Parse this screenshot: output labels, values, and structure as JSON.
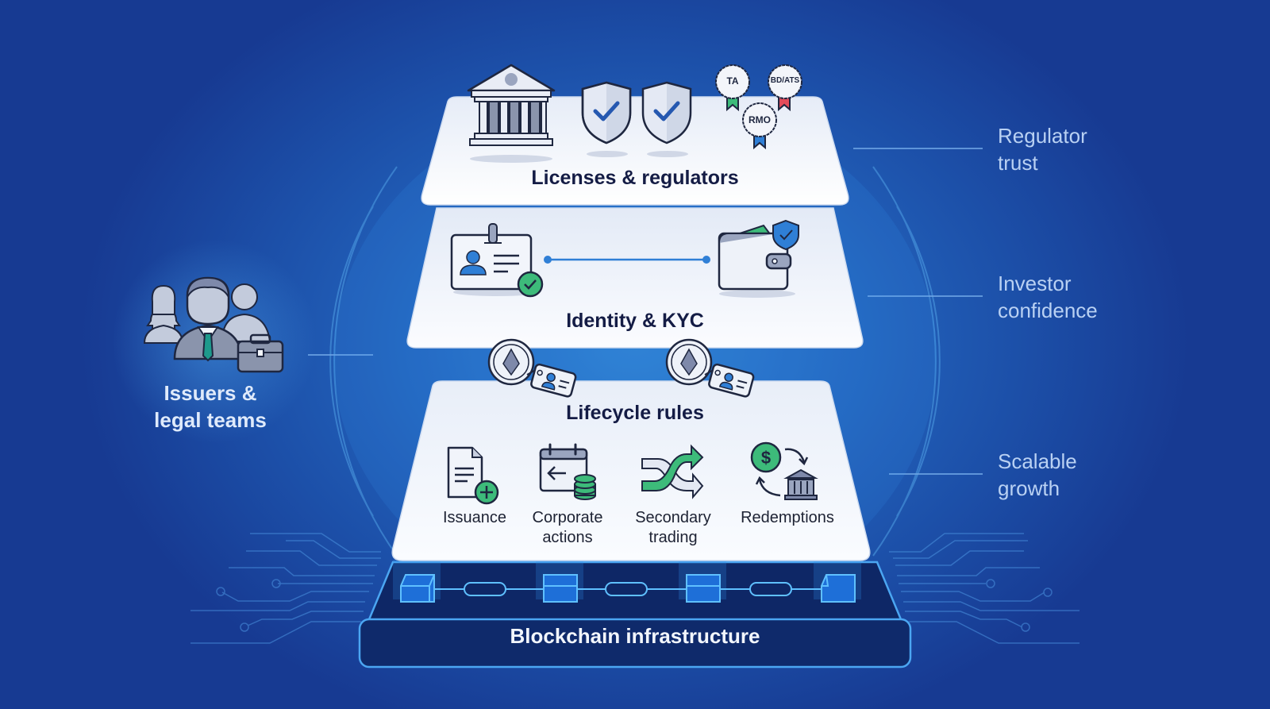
{
  "diagram": {
    "layers": {
      "licenses": {
        "title": "Licenses & regulators",
        "badges": [
          "TA",
          "BD/ATS",
          "RMO"
        ]
      },
      "identity": {
        "title": "Identity & KYC"
      },
      "lifecycle": {
        "title": "Lifecycle rules",
        "items": [
          {
            "label_line1": "Issuance",
            "label_line2": ""
          },
          {
            "label_line1": "Corporate",
            "label_line2": "actions"
          },
          {
            "label_line1": "Secondary",
            "label_line2": "trading"
          },
          {
            "label_line1": "Redemptions",
            "label_line2": ""
          }
        ]
      },
      "blockchain": {
        "title": "Blockchain infrastructure"
      }
    },
    "left_actor": {
      "line1": "Issuers &",
      "line2": "legal teams"
    },
    "outcomes": [
      {
        "line1": "Regulator",
        "line2": "trust"
      },
      {
        "line1": "Investor",
        "line2": "confidence"
      },
      {
        "line1": "Scalable",
        "line2": "growth"
      }
    ],
    "colors": {
      "background": "#1f56ad",
      "panel": "#f4f7fc",
      "title_text": "#141c45",
      "accent_green": "#3dbb7a",
      "accent_blue": "#2f7fd6",
      "accent_red": "#e24b5a",
      "chain_base": "#0f2a6b"
    }
  }
}
